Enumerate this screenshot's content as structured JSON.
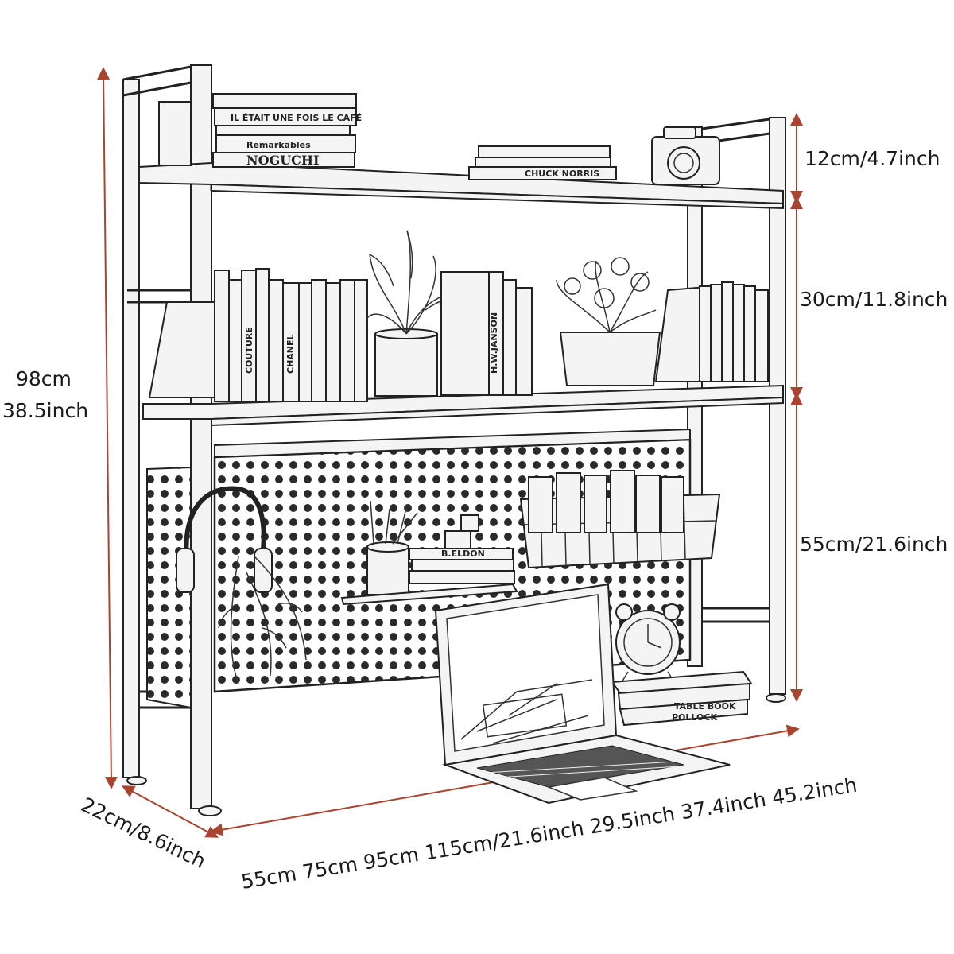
{
  "dimensions": {
    "height_total_cm": "98cm",
    "height_total_inch": "38.5inch",
    "top_shelf": "12cm/4.7inch",
    "middle_shelf": "30cm/11.8inch",
    "lower_section": "55cm/21.6inch",
    "depth": "22cm/8.6inch",
    "width_options_cm": "55cm 75cm 95cm 115cm/21.6inch 29.5inch 37.4inch 45.2inch"
  },
  "book_titles": {
    "top_book_1": "IL ÉTAIT UNE FOIS LE CAFÉ",
    "top_book_2": "Remarkables",
    "top_book_3": "NOGUCHI",
    "top_book_4": "CHUCK NORRIS",
    "desk_book": "POLLOCK",
    "desk_book_2": "TABLE BOOK",
    "pegboard_book": "B.ELDON",
    "spine_1": "CHANEL",
    "spine_2": "COUTURE",
    "spine_3": "H.W.JANSON"
  },
  "colors": {
    "dimension_line": "#a8442f",
    "drawing_line": "#222222"
  }
}
